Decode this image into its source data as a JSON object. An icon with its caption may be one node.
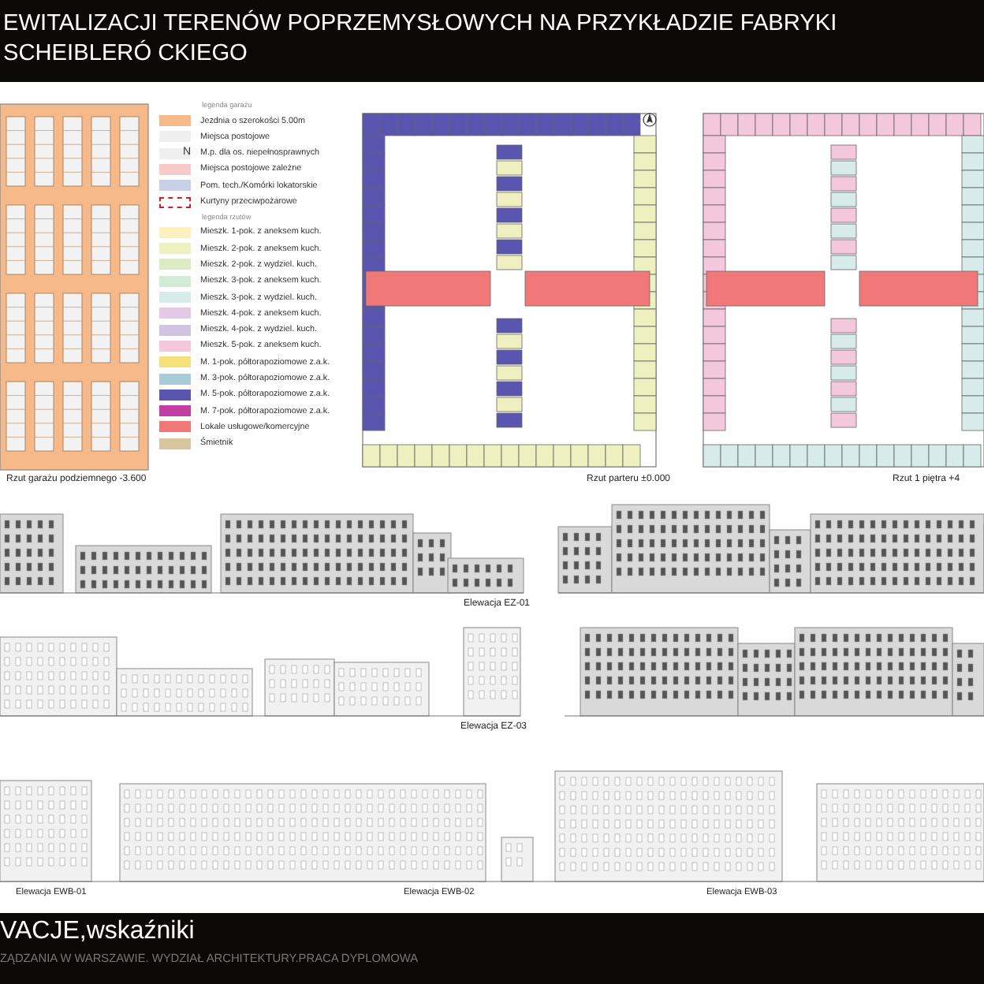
{
  "diagram": {
    "title": "EWITALIZACJI TERENÓW POPRZEMYSŁOWYCH NA PRZYKŁADZIE FABRYKI SCHEIBLERÓ CKIEGO",
    "labels": [
      "legenda garażu",
      "N",
      "legenda rzutów",
      "Rzut garażu podziemnego -3.600",
      "Rzut parteru ±0.000",
      "Rzut 1 piętra +4",
      "Elewacja EZ-01",
      "Elewacja EZ-03",
      "Elewacja EWB-01",
      "Elewacja EWB-02",
      "Elewacja EWB-03",
      "VACJE,wskaźniki",
      "ZĄDZANIA W WARSZAWIE. WYDZIAŁ ARCHITEKTURY.PRACA DYPLOMOWA"
    ],
    "legend": [
      {
        "text": "Jezdnia o szerokości 5.00m",
        "color": "#f6b98a"
      },
      {
        "text": "Miejsca postojowe",
        "color": "#efefef"
      },
      {
        "text": "M.p. dla os. niepełnosprawnych",
        "color": "#efefef"
      },
      {
        "text": "Miejsca postojowe zależne",
        "color": "#f9c9c9"
      },
      {
        "text": "Pom. tech./Komórki lokatorskie",
        "color": "#c7d0e6"
      },
      {
        "text": "Kurtyny przeciwpożarowe"
      },
      {
        "text": "Mieszk. 1-pok. z aneksem kuch.",
        "color": "#fdf0bf"
      },
      {
        "text": "Mieszk. 2-pok. z aneksem kuch.",
        "color": "#eef0c0"
      },
      {
        "text": "Mieszk. 2-pok. z wydziel. kuch.",
        "color": "#dcebc4"
      },
      {
        "text": "Mieszk. 3-pok. z aneksem kuch.",
        "color": "#d3ead6"
      },
      {
        "text": "Mieszk. 3-pok. z wydziel. kuch.",
        "color": "#d6ebea"
      },
      {
        "text": "Mieszk. 4-pok. z aneksem kuch.",
        "color": "#e3c9e6"
      },
      {
        "text": "Mieszk. 4-pok. z wydziel. kuch.",
        "color": "#d1c4e3"
      },
      {
        "text": "Mieszk. 5-pok. z aneksem kuch.",
        "color": "#f3c8dc"
      },
      {
        "text": "M. 1-pok. półtorapoziomowe z.a.k.",
        "color": "#f5e07a"
      },
      {
        "text": "M. 3-pok. półtorapoziomowe z.a.k.",
        "color": "#a9cbd8"
      },
      {
        "text": "M. 5-pok. półtorapoziomowe z.a.k.",
        "color": "#5a56b0"
      },
      {
        "text": "M. 7-pok. półtorapoziomowe z.a.k.",
        "color": "#c23fa2"
      },
      {
        "text": "Lokale usługowe/komercyjne",
        "color": "#f07878"
      },
      {
        "text": "Śmietnik",
        "color": "#d8c6a0"
      }
    ]
  }
}
